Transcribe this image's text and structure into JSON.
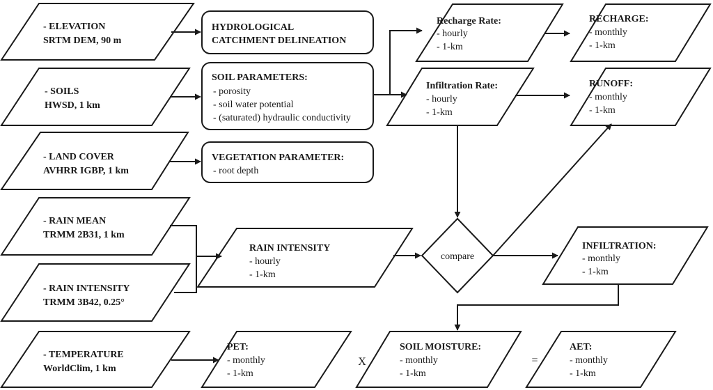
{
  "inputs": {
    "elevation": {
      "title": "- ELEVATION",
      "source": "SRTM DEM, 90 m"
    },
    "soils": {
      "title": "- SOILS",
      "source": "HWSD, 1 km"
    },
    "land_cover": {
      "title": "- LAND COVER",
      "source": "AVHRR IGBP, 1 km"
    },
    "rain_mean": {
      "title": "- RAIN MEAN",
      "source": "TRMM 2B31, 1 km"
    },
    "rain_intensity": {
      "title": "- RAIN INTENSITY",
      "source": "TRMM 3B42, 0.25°"
    },
    "temperature": {
      "title": "- TEMPERATURE",
      "source": "WorldClim, 1 km"
    }
  },
  "processes": {
    "catchment": {
      "line1": "HYDROLOGICAL",
      "line2": "CATCHMENT DELINEATION"
    },
    "soil_params": {
      "title": "SOIL PARAMETERS:",
      "items": [
        "- porosity",
        "- soil water potential",
        "- (saturated) hydraulic conductivity"
      ]
    },
    "veg_param": {
      "title": "VEGETATION PARAMETER:",
      "items": [
        "- root depth"
      ]
    }
  },
  "rates": {
    "recharge_rate": {
      "title": "Recharge Rate:",
      "items": [
        "- hourly",
        "- 1-km"
      ]
    },
    "infiltration_rate": {
      "title": "Infiltration Rate:",
      "items": [
        "- hourly",
        "- 1-km"
      ]
    },
    "rain_intensity_out": {
      "title": "RAIN INTENSITY",
      "items": [
        "- hourly",
        "- 1-km"
      ]
    }
  },
  "outputs": {
    "recharge": {
      "title": "RECHARGE:",
      "items": [
        "- monthly",
        "- 1-km"
      ]
    },
    "runoff": {
      "title": "RUNOFF:",
      "items": [
        "- monthly",
        "- 1-km"
      ]
    },
    "infiltration": {
      "title": "INFILTRATION:",
      "items": [
        "- monthly",
        "- 1-km"
      ]
    },
    "pet": {
      "title": "PET:",
      "items": [
        "- monthly",
        "- 1-km"
      ]
    },
    "soil_moisture": {
      "title": "SOIL MOISTURE:",
      "items": [
        "- monthly",
        "- 1-km"
      ]
    },
    "aet": {
      "title": "AET:",
      "items": [
        "- monthly",
        "- 1-km"
      ]
    }
  },
  "decision": {
    "label": "compare"
  },
  "operators": {
    "multiply": "X",
    "equals": "="
  }
}
